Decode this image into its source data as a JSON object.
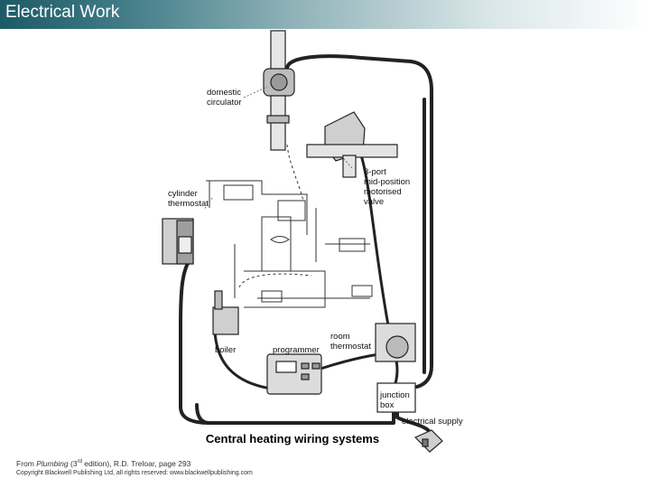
{
  "header": {
    "title": "Electrical Work",
    "background": "#1c5a66"
  },
  "labels": {
    "domestic_circulator": "domestic\ncirculator",
    "motorised_valve": "3-port\nmid-position\nmotorised\nvalve",
    "cylinder_thermostat": "cylinder\nthermostat",
    "boiler": "boiler",
    "programmer": "programmer",
    "room_thermostat": "room\nthermostat",
    "junction_box": "junction\nbox",
    "electrical_supply": "electrical supply"
  },
  "diagram_title": "Central heating wiring systems",
  "source": {
    "prefix": "From ",
    "book": "Plumbing",
    "edition_num": "3",
    "edition_sup": "rd",
    "rest": " edition), R.D. Treloar, page 293",
    "open_paren": " ("
  },
  "copyright": "Copyright Blackwell Publishing Ltd, all rights reserved: www.blackwellpublishing.com"
}
